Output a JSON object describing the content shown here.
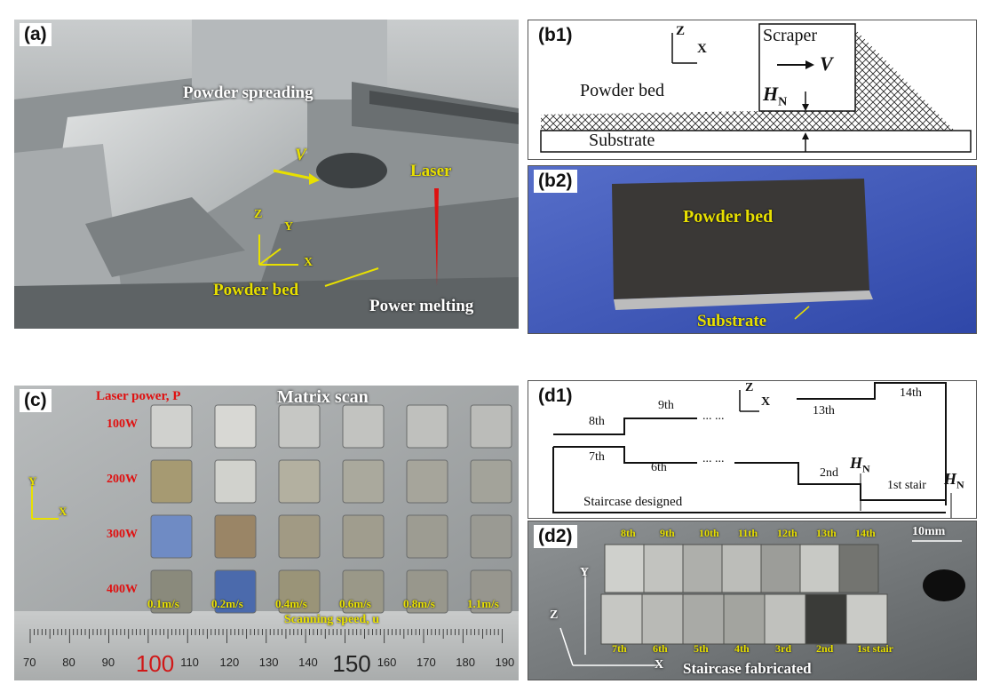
{
  "panels": {
    "a": {
      "tag": "(a)",
      "powder_spreading": "Powder spreading",
      "v": "V",
      "laser": "Laser",
      "z": "Z",
      "y": "Y",
      "x": "X",
      "powder_bed": "Powder bed",
      "power_melting": "Power melting"
    },
    "b1": {
      "tag": "(b1)",
      "z": "Z",
      "x": "X",
      "scraper": "Scraper",
      "v": "V",
      "powder_bed": "Powder bed",
      "hn": "H",
      "hn_sub": "N",
      "substrate": "Substrate"
    },
    "b2": {
      "tag": "(b2)",
      "powder_bed": "Powder bed",
      "substrate": "Substrate"
    },
    "c": {
      "tag": "(c)",
      "laser_power": "Laser power, P",
      "matrix_scan": "Matrix scan",
      "powers": [
        "100W",
        "200W",
        "300W",
        "400W"
      ],
      "speeds": [
        "0.1m/s",
        "0.2m/s",
        "0.4m/s",
        "0.6m/s",
        "0.8m/s",
        "1.1m/s"
      ],
      "scanning_speed": "Scanning speed, u",
      "y": "Y",
      "x": "X",
      "ruler": [
        "70",
        "80",
        "90",
        "100",
        "110",
        "120",
        "130",
        "140",
        "150",
        "160",
        "170",
        "180",
        "190"
      ]
    },
    "d1": {
      "tag": "(d1)",
      "z": "Z",
      "x": "X",
      "steps_upper": [
        "8th",
        "9th",
        "13th",
        "14th"
      ],
      "steps_lower": [
        "7th",
        "6th",
        "2nd",
        "1st stair"
      ],
      "hn": "H",
      "hn_sub": "N",
      "dots": "... ...",
      "designed": "Staircase designed"
    },
    "d2": {
      "tag": "(d2)",
      "scale": "10mm",
      "top_labels": [
        "8th",
        "9th",
        "10th",
        "11th",
        "12th",
        "13th",
        "14th"
      ],
      "bottom_labels": [
        "7th",
        "6th",
        "5th",
        "4th",
        "3rd",
        "2nd",
        "1st stair"
      ],
      "y": "Y",
      "z": "Z",
      "x": "X",
      "fabricated": "Staircase fabricated"
    }
  },
  "colors": {
    "label_yellow": "#e8e000",
    "laser_red": "#e01010",
    "powder_blue": "#3b55b8"
  }
}
